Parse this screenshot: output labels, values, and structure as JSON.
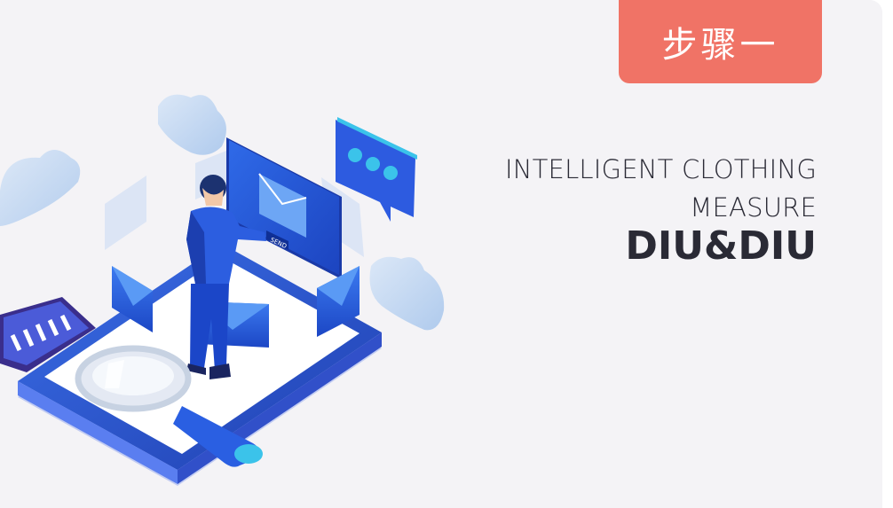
{
  "badge": {
    "label": "步骤一"
  },
  "headline": {
    "line1": "INTELLIGENT CLOTHING",
    "line2": "MEASURE",
    "brand": "DIU&DIU"
  },
  "illustration": {
    "screen_button_label": "SEND",
    "icons": [
      "cloud-icon",
      "chat-bubble-icon",
      "envelope-icon",
      "magnifier-icon",
      "tablet-icon",
      "person-figure"
    ],
    "colors": {
      "primary_blue": "#2e6be6",
      "dark_blue": "#1e3fa8",
      "light_blue": "#b9d4f2",
      "accent_cyan": "#2fb6e6",
      "badge": "#f07366"
    }
  }
}
